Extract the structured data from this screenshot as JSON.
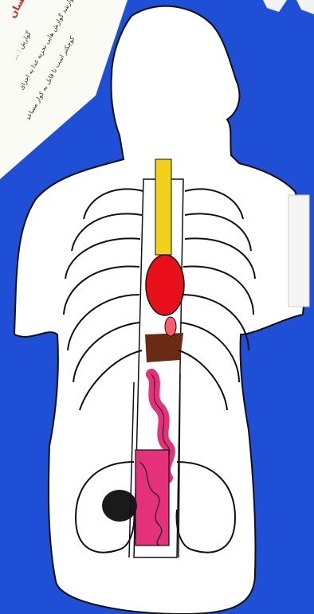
{
  "scene": {
    "background_color": "#1f4fd6",
    "silhouette_color": "#ffffff",
    "outline_color": "#111111"
  },
  "note": {
    "title": "دستگاه گوارش انسان",
    "lines": [
      "گوارش : ...",
      "گوارشد گوارش هایی تجزیه غذا به اجزای",
      "کوچکتر است تا قابل به کوار مساعد"
    ]
  },
  "organs": {
    "esophagus_color": "#f2d11a",
    "stomach_color": "#e8101a",
    "liver_color": "#6b2a14",
    "intestine_color": "#e5307a",
    "colon_color": "#1a1a1a"
  }
}
